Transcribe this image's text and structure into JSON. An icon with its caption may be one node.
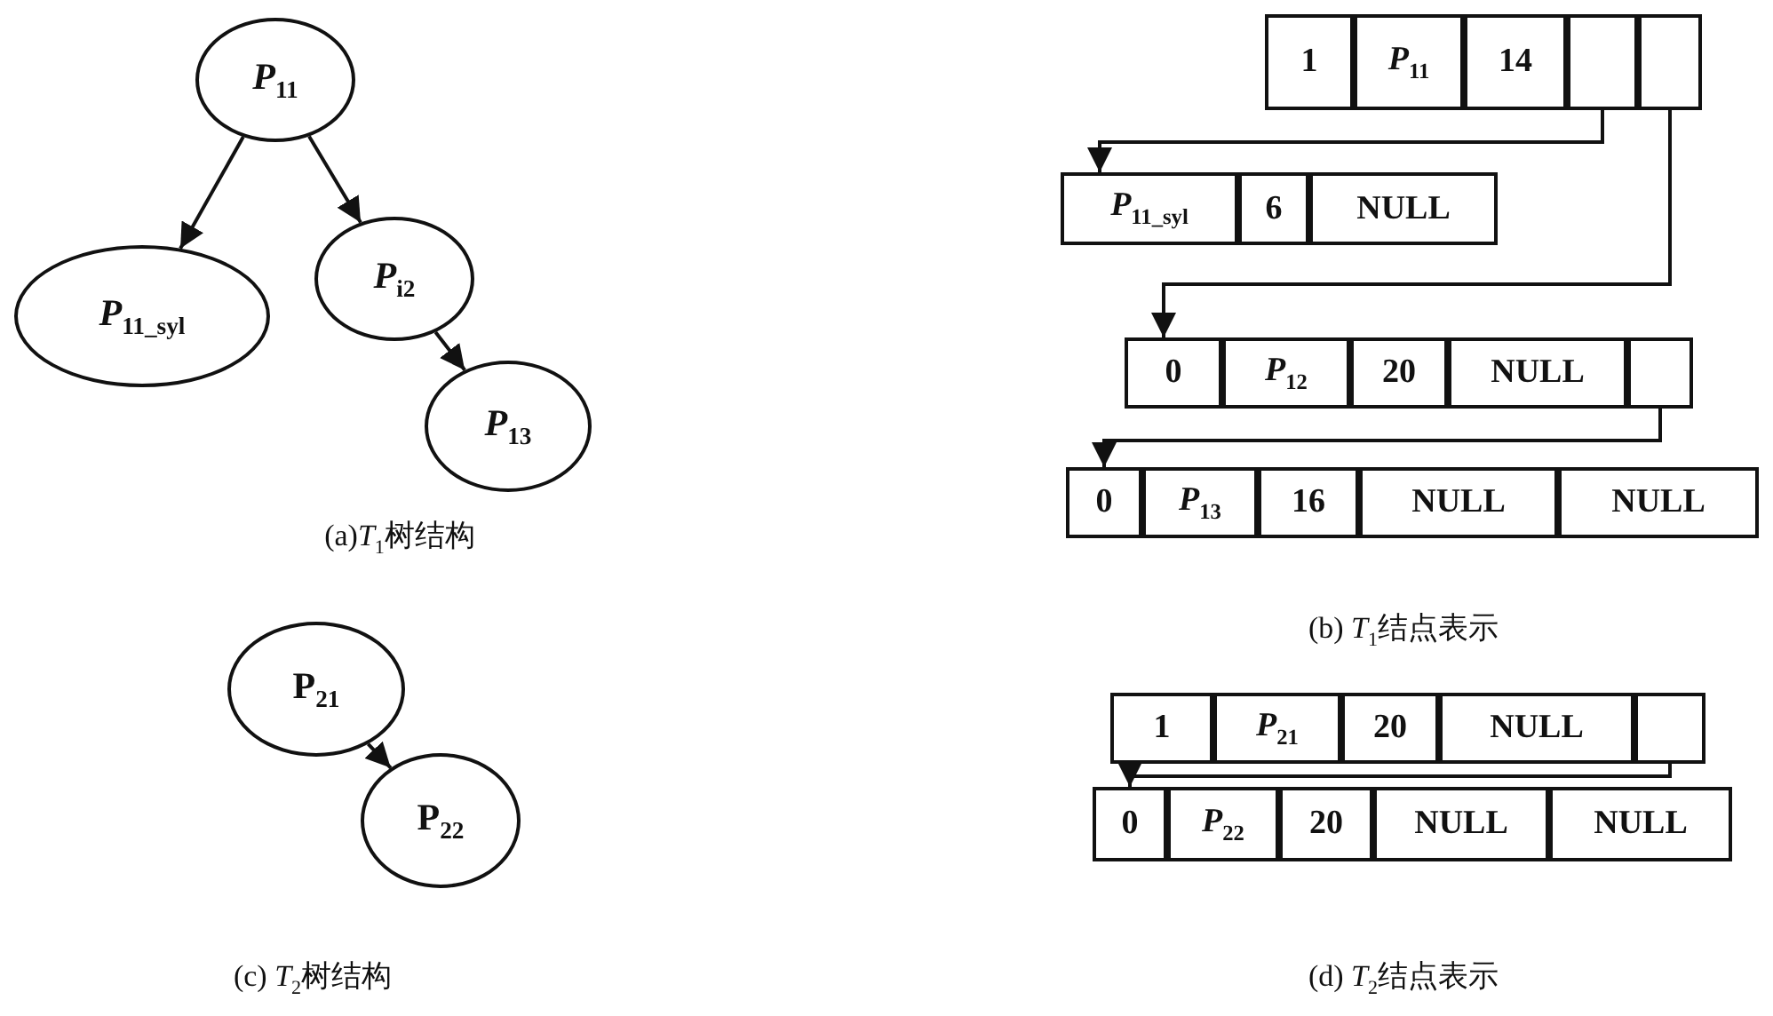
{
  "diagram": {
    "nodes": [
      {
        "text": [
          "*P*$_{11}$"
        ]
      },
      {
        "text": [
          "*P*$_{11_syl}$"
        ]
      },
      {
        "text": [
          "*P*$_{i2}$"
        ]
      },
      {
        "text": [
          "*P*$_{13}$"
        ]
      },
      {
        "text": [
          "1"
        ]
      },
      {
        "text": [
          "*P*$_{11}$"
        ]
      },
      {
        "text": [
          "14"
        ]
      },
      {
        "text": [],
        "shape": "box"
      },
      {
        "text": [],
        "shape": "box"
      },
      {
        "text": [
          "*P*$_{11_syl}$"
        ]
      },
      {
        "text": [
          "6"
        ]
      },
      {
        "text": [
          "NULL"
        ]
      },
      {
        "text": [
          "0"
        ]
      },
      {
        "text": [
          "*P*$_{12}$"
        ]
      },
      {
        "text": [
          "20"
        ]
      },
      {
        "text": [
          "NULL"
        ]
      },
      {
        "text": [],
        "shape": "box"
      },
      {
        "text": [
          "0"
        ]
      },
      {
        "text": [
          "*P*$_{13}$"
        ]
      },
      {
        "text": [
          "16"
        ]
      },
      {
        "text": [
          "NULL"
        ]
      },
      {
        "text": [
          "NULL"
        ]
      },
      {
        "text": [
          "P$_{21}$"
        ]
      },
      {
        "text": [
          "P$_{22}$"
        ]
      },
      {
        "text": [
          "1"
        ]
      },
      {
        "text": [
          "*P*$_{21}$"
        ]
      },
      {
        "text": [
          "20"
        ]
      },
      {
        "text": [
          "NULL"
        ]
      },
      {
        "text": [],
        "shape": "box"
      },
      {
        "text": [
          "0"
        ]
      },
      {
        "text": [
          "*P*$_{22}$"
        ]
      },
      {
        "text": [
          "20"
        ]
      },
      {
        "text": [
          "NULL"
        ]
      },
      {
        "text": [
          "NULL"
        ]
      }
    ],
    "edges": [
      {
        "from": 0,
        "to": 1,
        "arrow": "to"
      },
      {
        "from": 0,
        "to": 2,
        "arrow": "to"
      },
      {
        "from": 2,
        "to": 3,
        "arrow": "to"
      },
      {
        "from": 7,
        "to": 9,
        "arrow": "to"
      },
      {
        "from": 8,
        "to": 12,
        "arrow": "to"
      },
      {
        "from": 16,
        "to": 17,
        "arrow": "to"
      },
      {
        "from": 22,
        "to": 23,
        "arrow": "to"
      },
      {
        "from": 28,
        "to": 29,
        "arrow": "to"
      }
    ],
    "labels": [
      "(a)*T*$_{1}$树结构",
      "(b) *T*$_{1}$结点表示",
      "(c) *T*$_{2}$树结构",
      "(d)  *T*$_{2}$结点表示"
    ]
  }
}
